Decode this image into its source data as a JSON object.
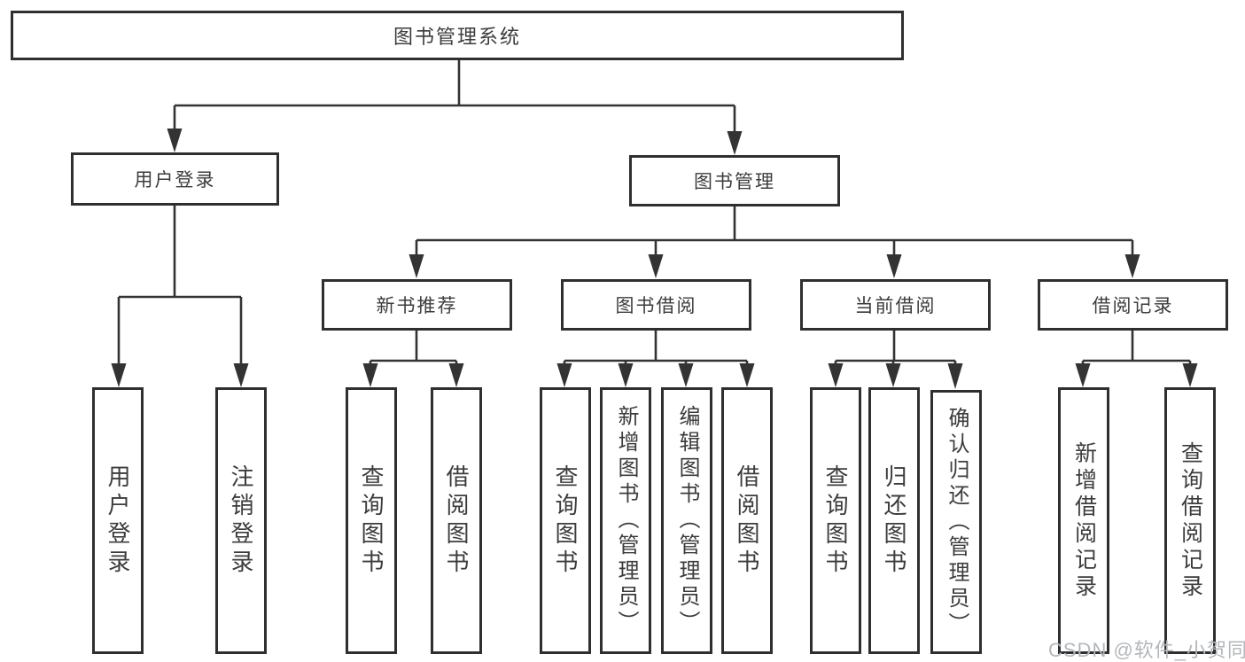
{
  "diagram": {
    "type": "hierarchy-tree",
    "nodes": {
      "root": {
        "label": "图书管理系统"
      },
      "level2": [
        {
          "label": "用户登录",
          "parent": "图书管理系统"
        },
        {
          "label": "图书管理",
          "parent": "图书管理系统"
        }
      ],
      "level3": [
        {
          "label": "新书推荐",
          "parent": "图书管理"
        },
        {
          "label": "图书借阅",
          "parent": "图书管理"
        },
        {
          "label": "当前借阅",
          "parent": "图书管理"
        },
        {
          "label": "借阅记录",
          "parent": "图书管理"
        }
      ],
      "leaves": [
        {
          "label": "用户登录",
          "parent": "用户登录"
        },
        {
          "label": "注销登录",
          "parent": "用户登录"
        },
        {
          "label": "查询图书",
          "parent": "新书推荐"
        },
        {
          "label": "借阅图书",
          "parent": "新书推荐"
        },
        {
          "label": "查询图书",
          "parent": "图书借阅"
        },
        {
          "label": "新增图书（管理员）",
          "parent": "图书借阅"
        },
        {
          "label": "编辑图书（管理员）",
          "parent": "图书借阅"
        },
        {
          "label": "借阅图书",
          "parent": "图书借阅"
        },
        {
          "label": "查询图书",
          "parent": "当前借阅"
        },
        {
          "label": "归还图书",
          "parent": "当前借阅"
        },
        {
          "label": "确认归还（管理员）",
          "parent": "当前借阅"
        },
        {
          "label": "新增借阅记录",
          "parent": "借阅记录"
        },
        {
          "label": "查询借阅记录",
          "parent": "借阅记录"
        }
      ]
    },
    "colors": {
      "line": "#333333",
      "box_border": "#2f2f2f",
      "text": "#3c3c3c",
      "background": "#ffffff",
      "watermark": "#b3b7bc"
    }
  },
  "watermark": {
    "text": "CSDN @软件_小贺同学"
  }
}
